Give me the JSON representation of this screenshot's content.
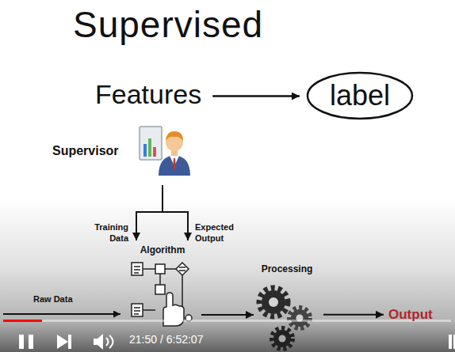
{
  "diagram": {
    "title": "Supervised",
    "nodes": [
      {
        "text": [
          "Features"
        ]
      },
      {
        "text": [
          "label"
        ]
      },
      {
        "text": [
          "Supervisor"
        ]
      },
      {
        "text": [
          "Algorithm"
        ]
      },
      {
        "text": [
          "Processing"
        ]
      },
      {
        "text": [
          "Output"
        ]
      }
    ],
    "edges": [
      {
        "from": 0,
        "to": 1,
        "arrow": "to"
      },
      {
        "from": 2,
        "to": 3,
        "label": "Training Data",
        "arrow": "to"
      },
      {
        "from": 2,
        "to": 3,
        "label": "Expected Output",
        "arrow": "to"
      },
      {
        "from": 3,
        "to": 4,
        "arrow": "to"
      },
      {
        "from": 4,
        "to": 5,
        "arrow": "to"
      }
    ],
    "labels": [
      "Raw Data",
      "21:50 / 6:52:07"
    ]
  }
}
